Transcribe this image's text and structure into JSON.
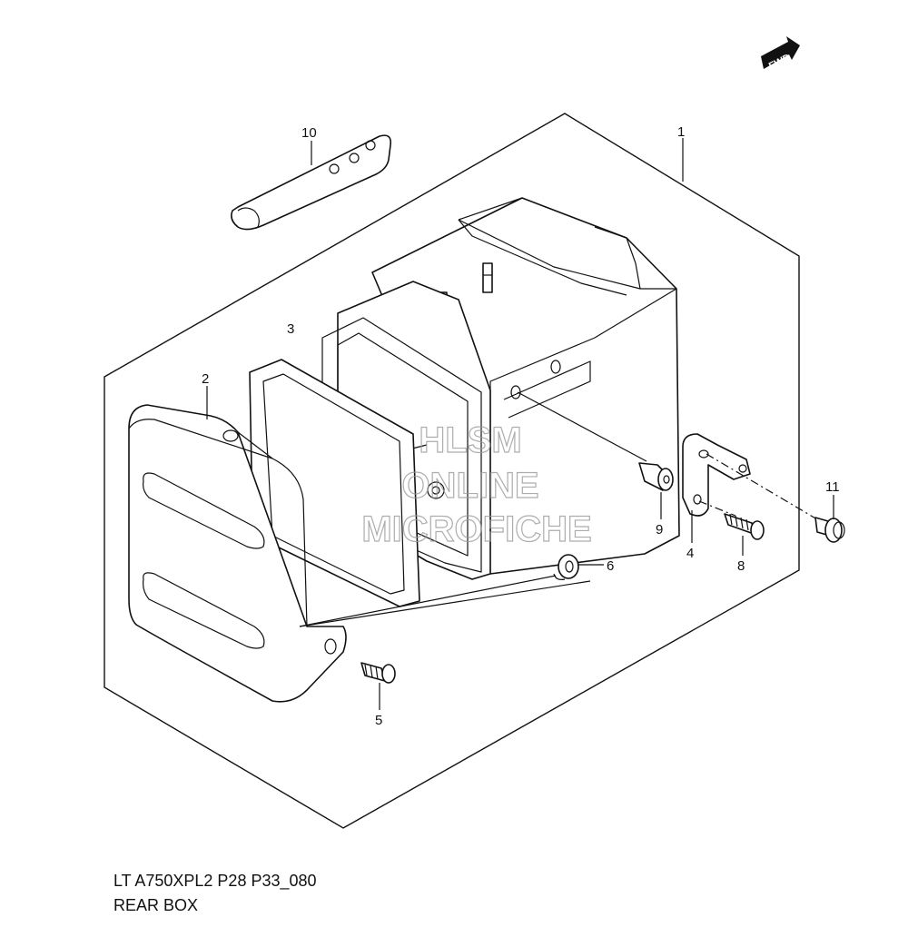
{
  "diagram": {
    "caption_code": "LT A750XPL2 P28 P33_080",
    "caption_name": "REAR BOX",
    "fwd_badge": "FWD",
    "watermark": {
      "line1": "HLSM",
      "line2": "ONLINE",
      "line3": "MICROFICHE"
    },
    "part_labels": {
      "p1": "1",
      "p2": "2",
      "p3": "3",
      "p4": "4",
      "p5": "5",
      "p6": "6",
      "p8": "8",
      "p9": "9",
      "p10": "10",
      "p11": "11"
    }
  }
}
